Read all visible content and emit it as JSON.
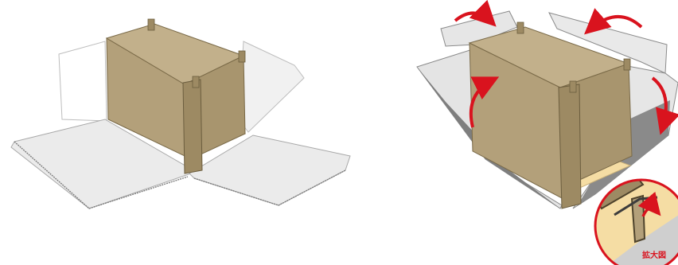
{
  "figures": {
    "left": {
      "stage": "flaps-open"
    },
    "right": {
      "stage": "flaps-folding-up",
      "arrow_count": 4
    }
  },
  "zoom_callout": {
    "label": "拡大図"
  },
  "colors": {
    "partition": "#b3a07a",
    "partition_dark": "#8f7d57",
    "base_tray": "#f5dda4",
    "flap": "#e9e9e9",
    "flap_edge": "#9a9a9a",
    "arrow": "#d9131e",
    "background": "#ffffff"
  }
}
